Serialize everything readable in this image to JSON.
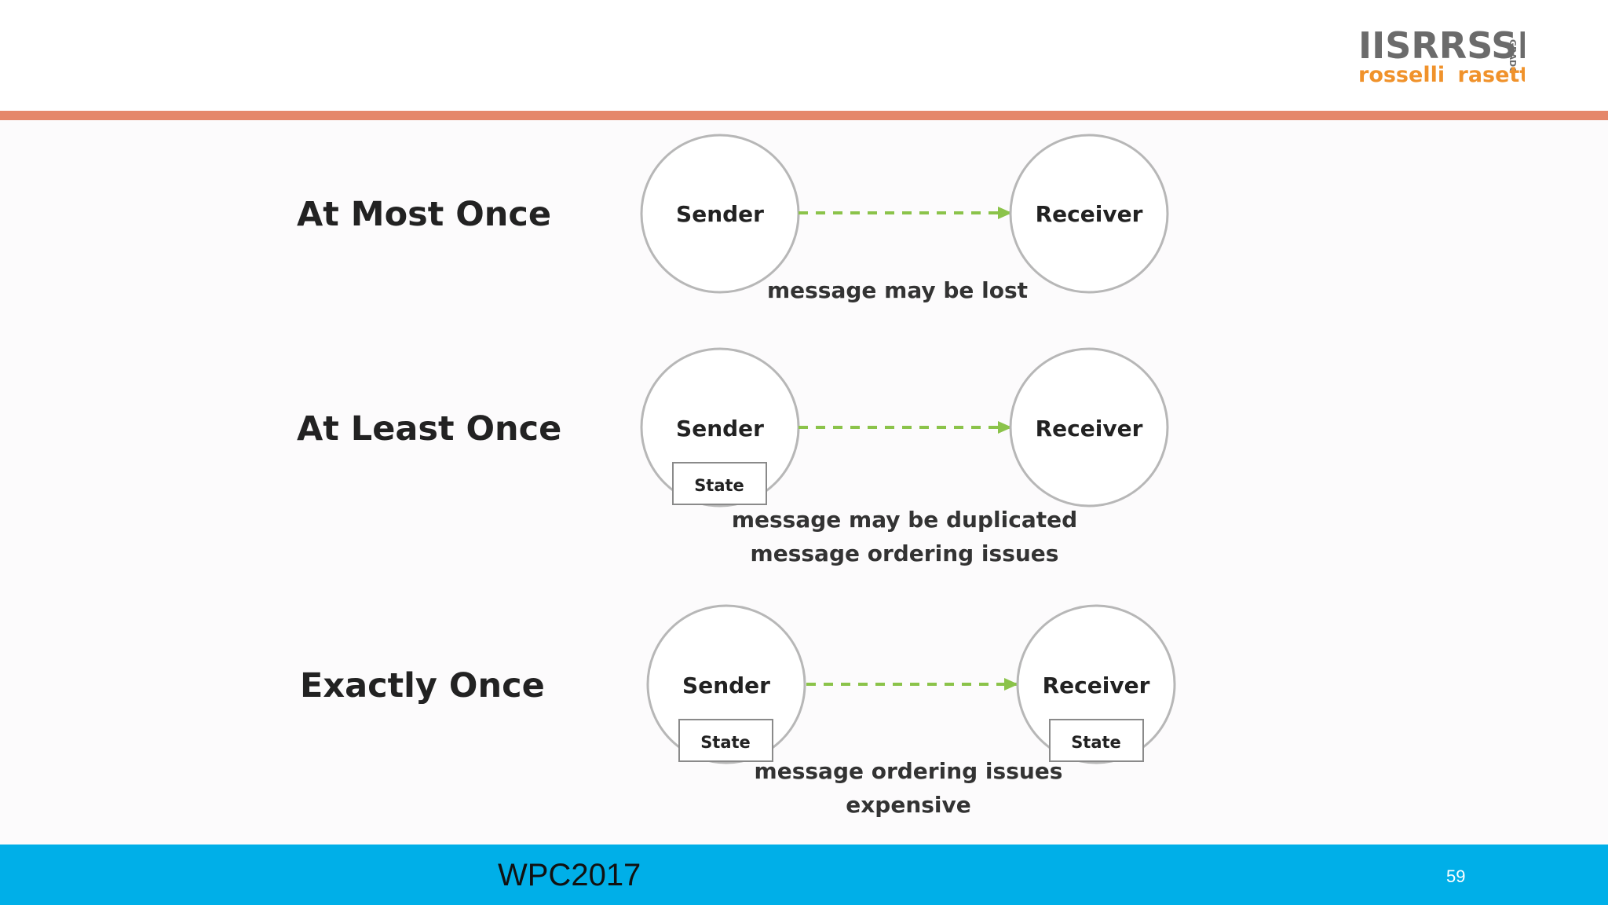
{
  "slide": {
    "footer_title": "WPC2017",
    "page_number": "59"
  },
  "logo": {
    "top_text": "IISRRSSI",
    "side_text": "GRADO",
    "bottom_text_1": "rosselli",
    "bottom_text_2": "rasetti"
  },
  "rows": [
    {
      "title": "At Most Once",
      "sender": "Sender",
      "receiver": "Receiver",
      "caption_lines": [
        "message may be lost"
      ]
    },
    {
      "title": "At Least Once",
      "sender": "Sender",
      "receiver": "Receiver",
      "sender_state": "State",
      "caption_lines": [
        "message may be duplicated",
        "message ordering issues"
      ]
    },
    {
      "title": "Exactly Once",
      "sender": "Sender",
      "receiver": "Receiver",
      "sender_state": "State",
      "receiver_state": "State",
      "caption_lines": [
        "message ordering issues",
        "expensive"
      ]
    }
  ],
  "colors": {
    "accent_bar": "#e5876a",
    "footer_bar": "#00afe8",
    "arrow": "#8bc34a",
    "logo_gray": "#6b6b6b",
    "logo_orange": "#f0922b"
  }
}
